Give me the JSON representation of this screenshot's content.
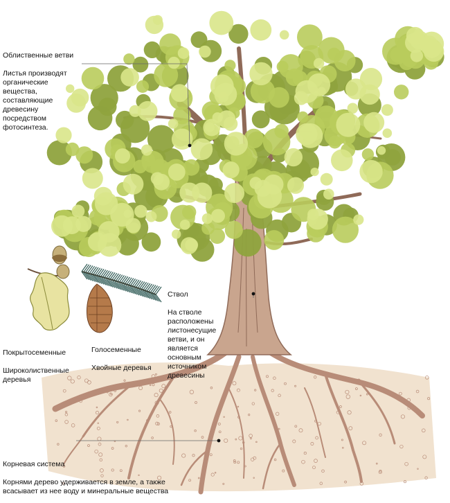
{
  "labels": {
    "branches": {
      "title": "Облиственные ветви",
      "text": "Листья производят органические вещества, составляющие древесину посредством фотосинтеза."
    },
    "trunk": {
      "title": "Ствол",
      "text": "На стволе расположены листонесущие ветви, и он является основным источником древесины"
    },
    "angiosperms": {
      "title": "Покрытосеменные",
      "text": "Широколиственные деревья"
    },
    "gymnosperms": {
      "title": "Голосеменные",
      "text": "Хвойные деревья"
    },
    "roots": {
      "title": "Корневая система",
      "text": "Корнями дерево удерживается в земле, а также всасывает из нее воду и минеральные вещества"
    }
  },
  "colors": {
    "foliage_light": "#d9e58a",
    "foliage_mid": "#b9cc5c",
    "foliage_dark": "#8fa33e",
    "trunk": "#c9a58e",
    "trunk_dark": "#8f6a58",
    "soil": "#f1e2cf",
    "root": "#b88c78",
    "needle": "#2f5a55"
  }
}
